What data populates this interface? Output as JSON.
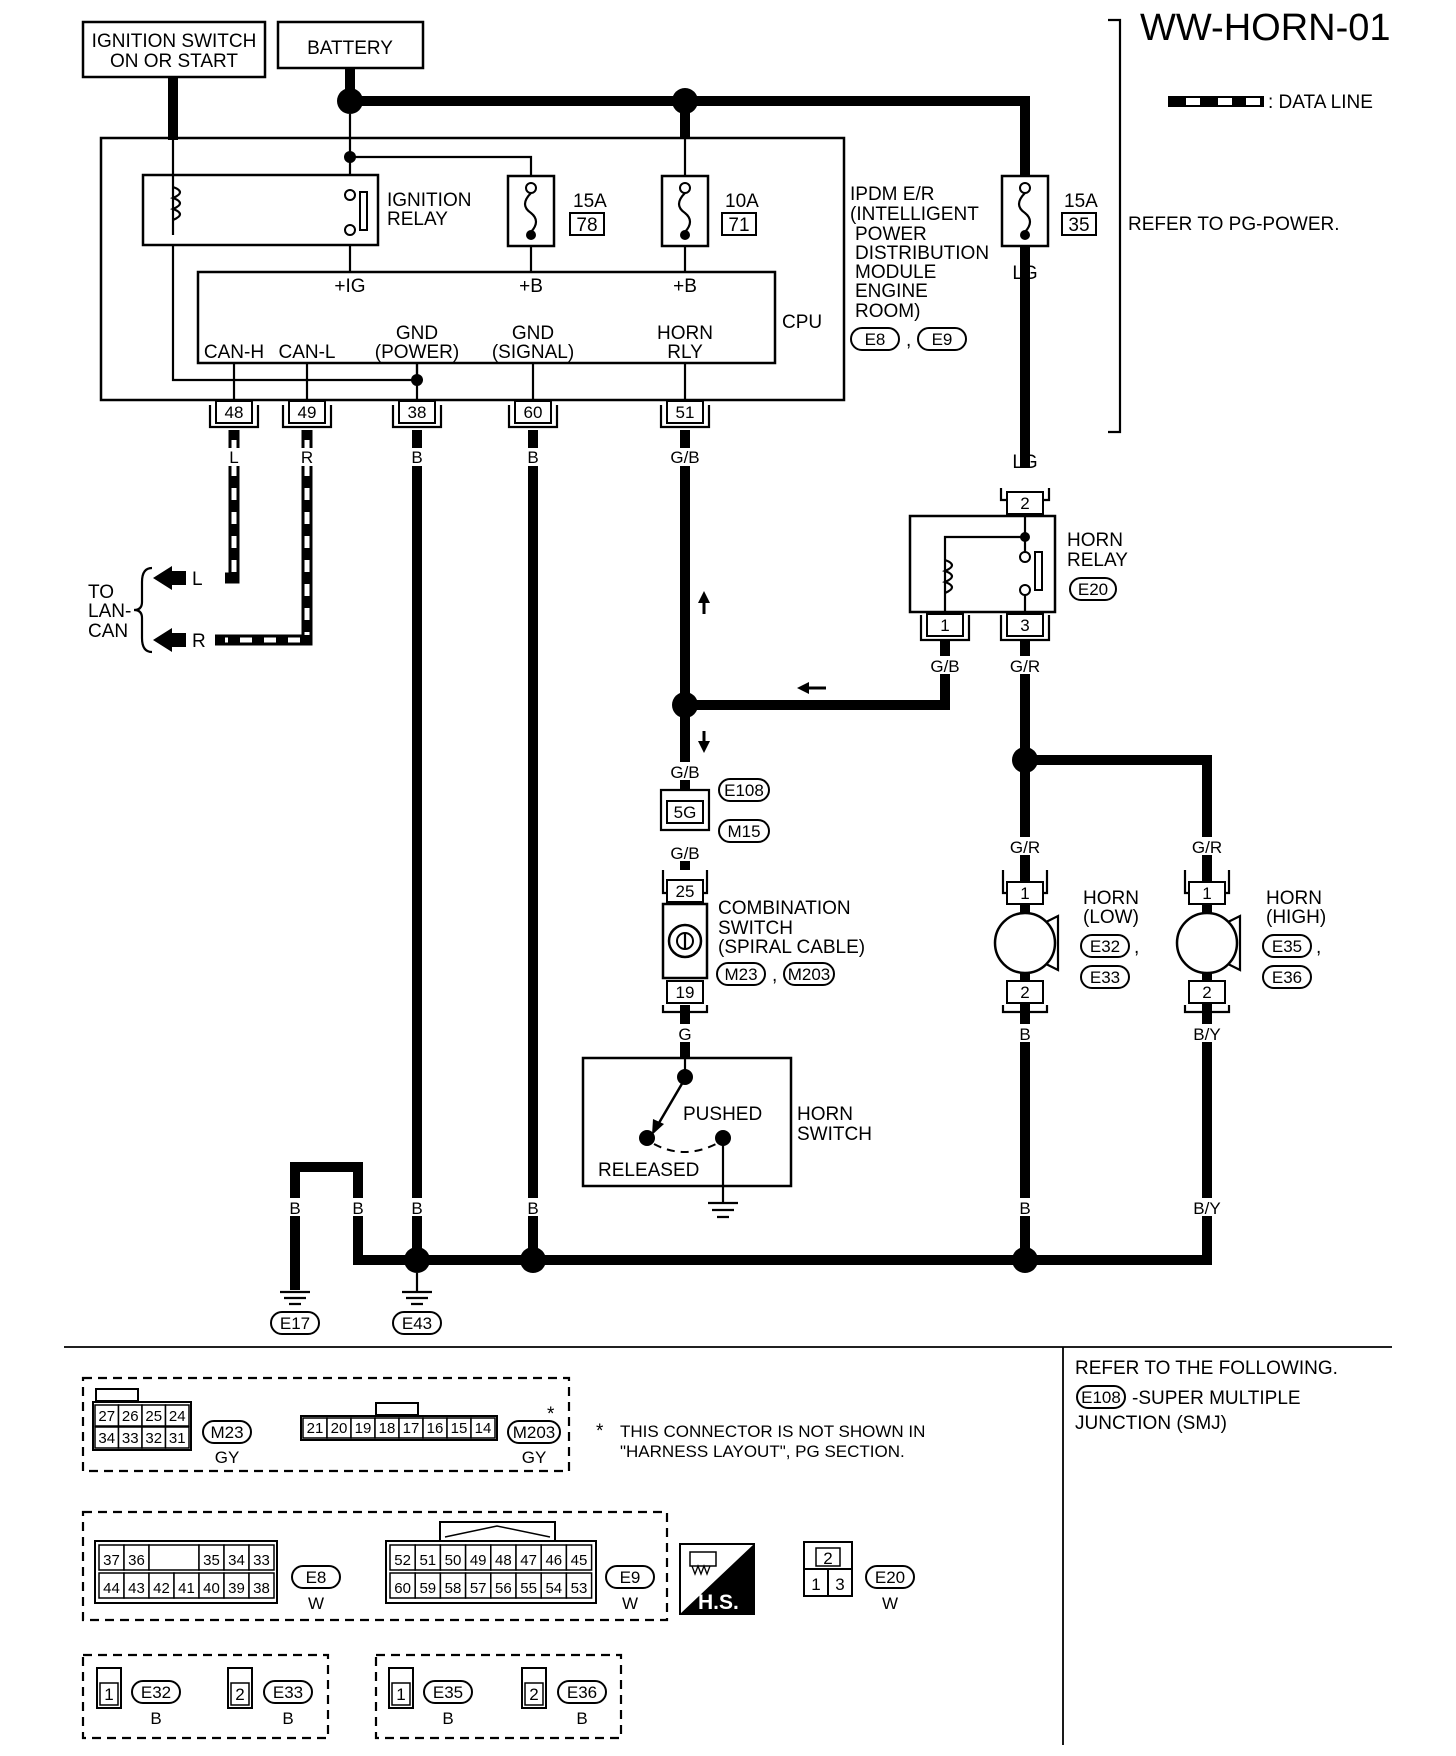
{
  "diagram_id": "WW-HORN-01",
  "legend": {
    "data_line": ": DATA LINE"
  },
  "sources": {
    "ignition": [
      "IGNITION SWITCH",
      "ON OR START"
    ],
    "battery": "BATTERY"
  },
  "ipdm": {
    "title": [
      "IPDM E/R",
      "(INTELLIGENT",
      "POWER",
      "DISTRIBUTION",
      "MODULE",
      "ENGINE",
      "ROOM)"
    ],
    "connectors": [
      "E8",
      "E9"
    ],
    "ignition_relay": [
      "IGNITION",
      "RELAY"
    ],
    "fuses": [
      {
        "amp": "15A",
        "no": "78"
      },
      {
        "amp": "10A",
        "no": "71"
      },
      {
        "amp": "15A",
        "no": "35"
      }
    ],
    "cpu": "CPU",
    "cpu_inputs": [
      "+IG",
      "+B",
      "+B"
    ],
    "cpu_terms": [
      {
        "line1": "",
        "line2": "CAN-H"
      },
      {
        "line1": "",
        "line2": "CAN-L"
      },
      {
        "line1": "GND",
        "line2": "(POWER)"
      },
      {
        "line1": "GND",
        "line2": "(SIGNAL)"
      },
      {
        "line1": "HORN",
        "line2": "RLY"
      }
    ],
    "pins": [
      "48",
      "49",
      "38",
      "60",
      "51"
    ],
    "pin_colors": [
      "L",
      "R",
      "B",
      "B",
      "G/B"
    ]
  },
  "refer_pg": "REFER TO PG-POWER.",
  "lan": {
    "label": [
      "TO",
      "LAN-",
      "CAN"
    ],
    "l": "L",
    "r": "R"
  },
  "wire_colors": {
    "lg_fuse": "LG",
    "lg_relay": "LG"
  },
  "horn_relay": {
    "label": [
      "HORN",
      "RELAY"
    ],
    "connector": "E20",
    "pin_top": "2",
    "pin_left": "1",
    "pin_right": "3",
    "color_left": "G/B",
    "color_right": "G/R"
  },
  "smj": {
    "color_top": "G/B",
    "pin": "5G",
    "conn_top": "E108",
    "conn_bottom": "M15",
    "color_bottom": "G/B"
  },
  "combination_switch": {
    "label": [
      "COMBINATION",
      "SWITCH",
      "(SPIRAL CABLE)"
    ],
    "connectors": [
      "M23",
      "M203"
    ],
    "pin_top": "25",
    "pin_bottom": "19",
    "color_out": "G"
  },
  "horn_switch": {
    "label": [
      "HORN",
      "SWITCH"
    ],
    "pushed": "PUSHED",
    "released": "RELEASED"
  },
  "horn_low": {
    "label": [
      "HORN",
      "(LOW)"
    ],
    "connectors": [
      "E32",
      "E33"
    ],
    "pin_top": "1",
    "pin_bottom": "2",
    "color_top": "G/R",
    "color_bottom": "B"
  },
  "horn_high": {
    "label": [
      "HORN",
      "(HIGH)"
    ],
    "connectors": [
      "E35",
      "E36"
    ],
    "pin_top": "1",
    "pin_bottom": "2",
    "color_top": "G/R",
    "color_bottom": "B/Y"
  },
  "ground_colors": [
    "B",
    "B",
    "B",
    "B",
    "B",
    "B/Y"
  ],
  "grounds": [
    "E17",
    "E43"
  ],
  "refer_following": [
    "REFER TO THE FOLLOWING.",
    "-SUPER MULTIPLE",
    "JUNCTION (SMJ)"
  ],
  "refer_connector": "E108",
  "footnote": [
    "THIS CONNECTOR IS NOT SHOWN IN",
    "\"HARNESS LAYOUT\", PG SECTION."
  ],
  "asterisk": "*",
  "conn_faces": {
    "m23": {
      "name": "M23",
      "color": "GY",
      "row1": [
        "27",
        "26",
        "25",
        "24"
      ],
      "row2": [
        "34",
        "33",
        "32",
        "31"
      ]
    },
    "m203": {
      "name": "M203",
      "color": "GY",
      "row1": [
        "21",
        "20",
        "19",
        "18",
        "17",
        "16",
        "15",
        "14"
      ]
    },
    "e8": {
      "name": "E8",
      "color": "W",
      "row1": [
        "37",
        "36",
        "",
        "35",
        "34",
        "33"
      ],
      "row2": [
        "44",
        "43",
        "42",
        "41",
        "40",
        "39",
        "38"
      ]
    },
    "e9": {
      "name": "E9",
      "color": "W",
      "row1": [
        "52",
        "51",
        "50",
        "49",
        "48",
        "47",
        "46",
        "45"
      ],
      "row2": [
        "60",
        "59",
        "58",
        "57",
        "56",
        "55",
        "54",
        "53"
      ]
    },
    "e20": {
      "name": "E20",
      "color": "W",
      "row1": [
        "2"
      ],
      "row2": [
        "1",
        "3"
      ]
    },
    "e32": {
      "name": "E32",
      "color": "B",
      "pin": "1"
    },
    "e33": {
      "name": "E33",
      "color": "B",
      "pin": "2"
    },
    "e35": {
      "name": "E35",
      "color": "B",
      "pin": "1"
    },
    "e36": {
      "name": "E36",
      "color": "B",
      "pin": "2"
    }
  },
  "hs_label": "H.S."
}
